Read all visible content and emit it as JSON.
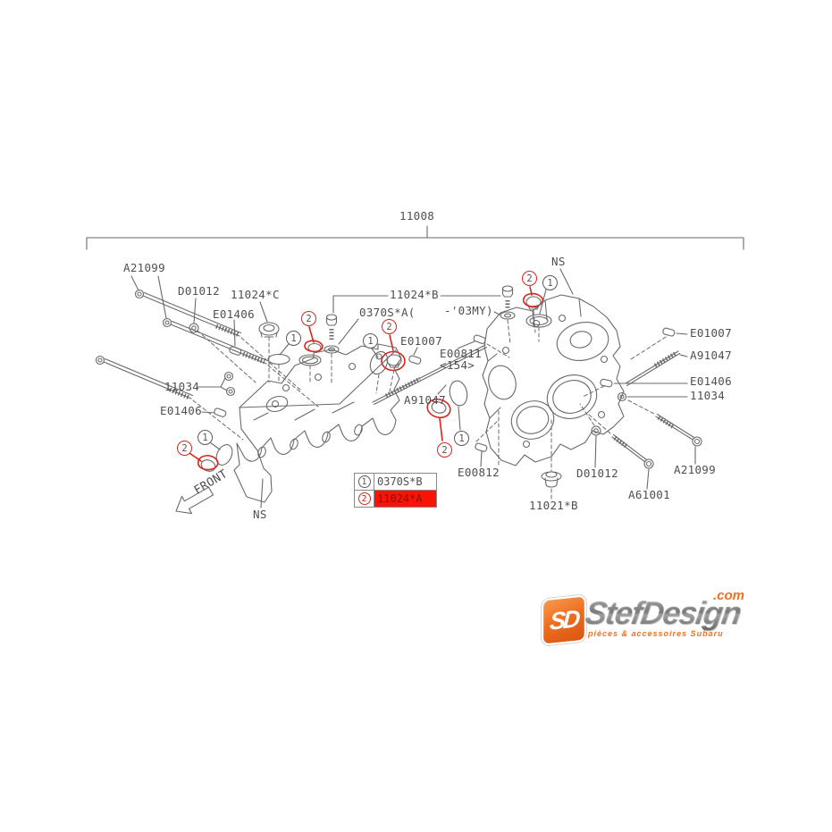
{
  "diagram": {
    "assembly_label": "11008",
    "callout_one": "1",
    "callout_two": "2",
    "labels": {
      "a21099_left": "A21099",
      "d01012_left": "D01012",
      "p11024c": "11024*C",
      "e01406_upper_left": "E01406",
      "p11024b": "11024*B",
      "s0370sa": "0370S*A(",
      "my03": "-'03MY)",
      "e01007_left": "E01007",
      "e00811": "E00811",
      "e00811_qual": "<154>",
      "a91047_left": "A91047",
      "p11034_left": "11034",
      "e01406_lower_left": "E01406",
      "ns_left": "NS",
      "front": "FRONT",
      "ns_right": "NS",
      "e01007_right": "E01007",
      "a91047_right": "A91047",
      "e01406_right": "E01406",
      "p11034_right": "11034",
      "a21099_right": "A21099",
      "e00812": "E00812",
      "d01012_right": "D01012",
      "a61001": "A61001",
      "p11021b": "11021*B"
    },
    "colors": {
      "line": "#6a6a6a",
      "text": "#4f4f4f",
      "highlight": "#d9251d"
    }
  },
  "legend": {
    "rows": [
      {
        "num": "1",
        "part": "0370S*B"
      },
      {
        "num": "2",
        "part": "11024*A"
      }
    ]
  },
  "logo": {
    "monogram": "SD",
    "wordmark": "StefDesign",
    "tld": ".com",
    "tagline": "pièces & accessoires Subaru"
  }
}
